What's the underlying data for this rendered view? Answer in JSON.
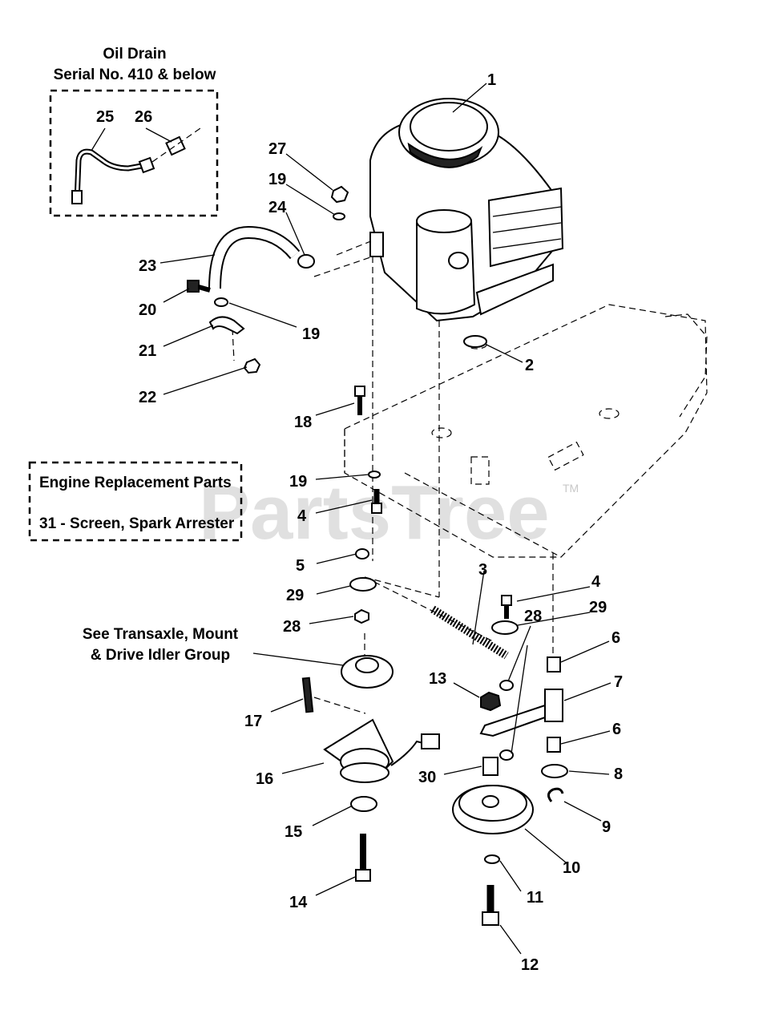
{
  "oil_drain": {
    "title_line1": "Oil Drain",
    "title_line2": "Serial No. 410 & below"
  },
  "replacement_box": {
    "heading": "Engine Replacement Parts",
    "item": "31 - Screen, Spark Arrester"
  },
  "transaxle_note": {
    "line1": "See Transaxle, Mount",
    "line2": "& Drive Idler Group"
  },
  "watermark": {
    "text": "PartsTree",
    "trademark": "TM"
  },
  "callouts": [
    "1",
    "2",
    "3",
    "4",
    "4",
    "5",
    "6",
    "6",
    "7",
    "8",
    "9",
    "10",
    "11",
    "12",
    "13",
    "14",
    "15",
    "16",
    "17",
    "18",
    "19",
    "19",
    "19",
    "20",
    "21",
    "22",
    "23",
    "24",
    "25",
    "26",
    "27",
    "28",
    "28",
    "29",
    "29",
    "30"
  ]
}
